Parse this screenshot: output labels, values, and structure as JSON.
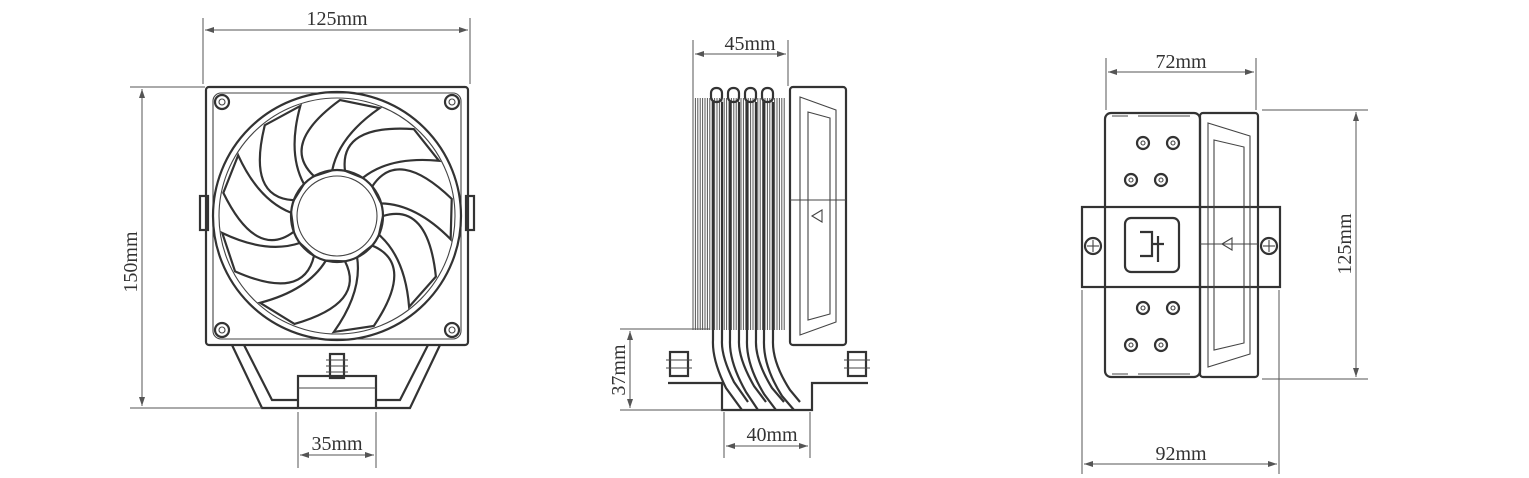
{
  "front_view": {
    "width_label": "125mm",
    "height_label": "150mm",
    "base_label": "35mm"
  },
  "side_view": {
    "depth_label": "45mm",
    "offset_label": "37mm",
    "base_label": "40mm"
  },
  "top_view": {
    "width_label": "72mm",
    "height_label": "125mm",
    "bottom_label": "92mm"
  },
  "colors": {
    "line": "#333333",
    "background": "#ffffff"
  }
}
